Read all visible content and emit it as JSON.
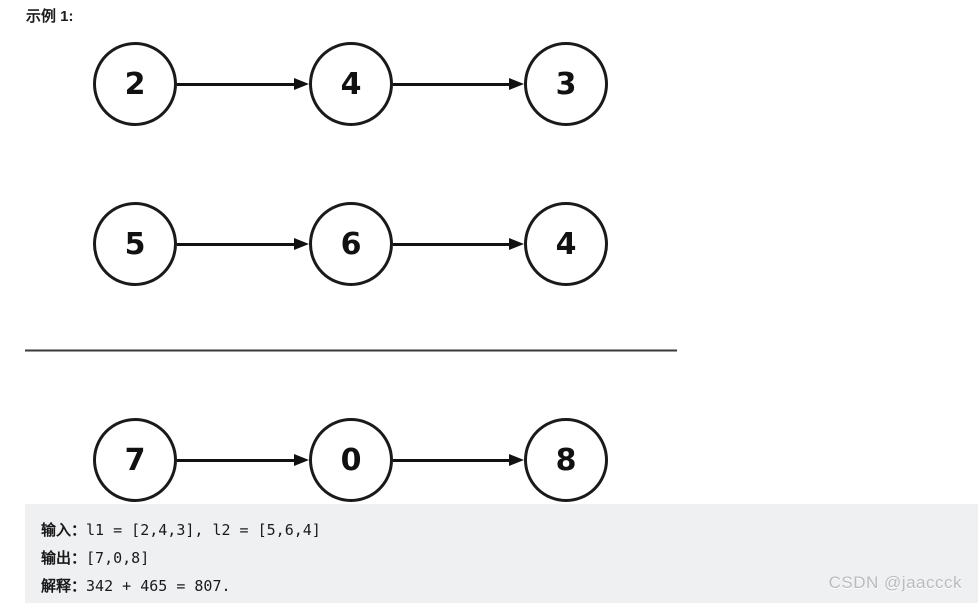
{
  "title": "示例 1:",
  "lists": [
    {
      "id": "l1",
      "nodes": [
        "2",
        "4",
        "3"
      ]
    },
    {
      "id": "l2",
      "nodes": [
        "5",
        "6",
        "4"
      ]
    },
    {
      "id": "result",
      "nodes": [
        "7",
        "0",
        "8"
      ]
    }
  ],
  "code_block": {
    "lines": [
      {
        "label": "输入：",
        "text": "l1 = [2,4,3], l2 = [5,6,4]"
      },
      {
        "label": "输出：",
        "text": "[7,0,8]"
      },
      {
        "label": "解释：",
        "text": "342 + 465 = 807."
      }
    ]
  },
  "watermark": "CSDN @jaaccck",
  "colors": {
    "node_stroke": "#1a1a1a",
    "code_bg": "#eef0f2",
    "watermark_color": "#b9bcbe"
  }
}
